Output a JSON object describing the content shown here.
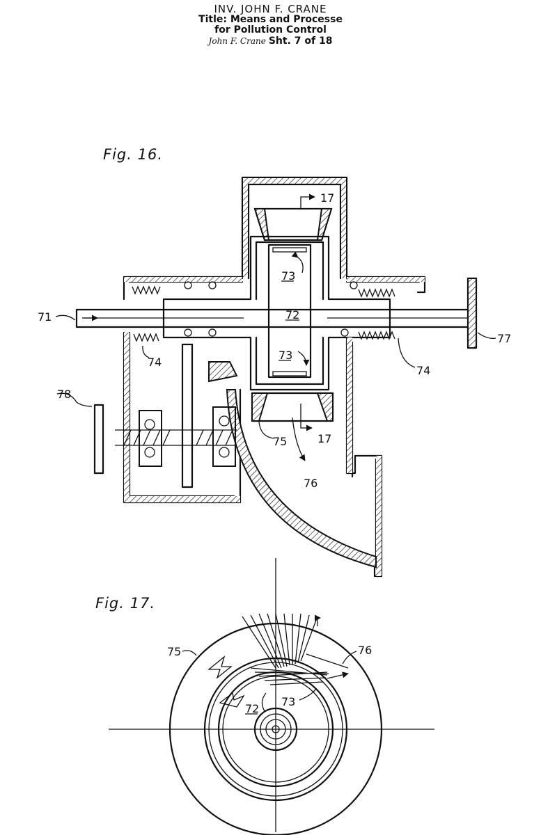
{
  "header": {
    "inventor_line": "INV.   JOHN F. CRANE",
    "title_line1": "Title: Means and Processe",
    "title_line2": "for Pollution Control",
    "signature": "John F. Crane",
    "sheet_text": "Sht. 7 of 18"
  },
  "fig16": {
    "title": "Fig. 16.",
    "labels": {
      "l71": "71",
      "l72": "72",
      "l73a": "73",
      "l73b": "73",
      "l74a": "74",
      "l74b": "74",
      "l75": "75",
      "l76": "76",
      "l77": "77",
      "l78": "78",
      "l17a": "17",
      "l17b": "17"
    }
  },
  "fig17": {
    "title": "Fig. 17.",
    "labels": {
      "l75": "75",
      "l76": "76",
      "l73": "73",
      "l72": "72"
    }
  }
}
